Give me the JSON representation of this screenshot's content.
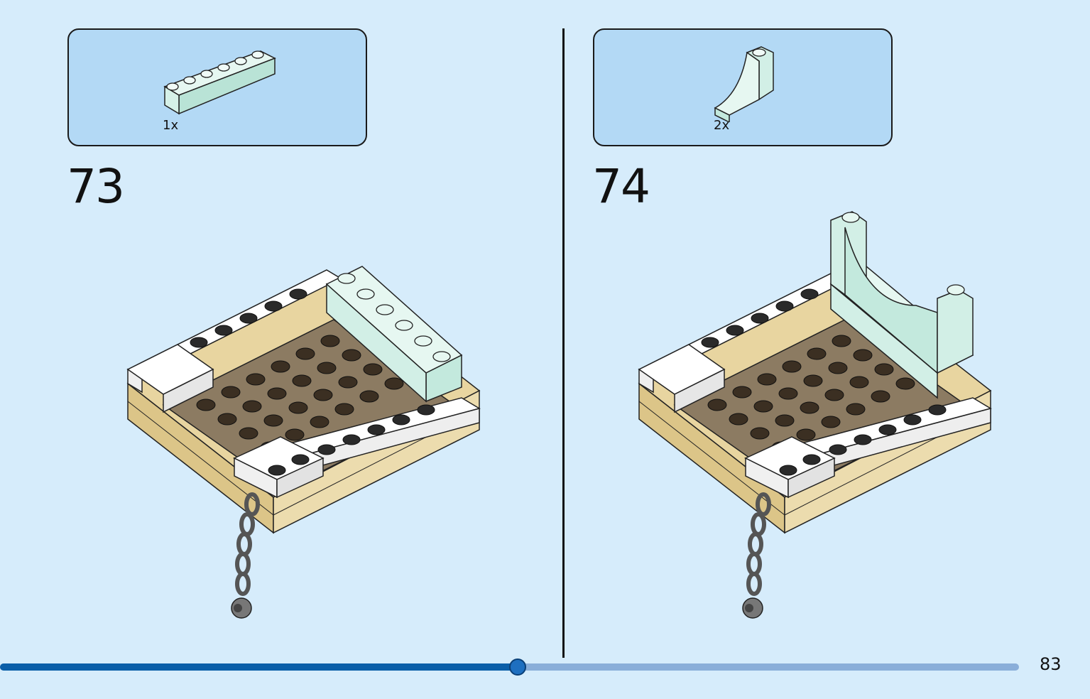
{
  "colors": {
    "background": "#d6ecfb",
    "callout": "#b3d9f5",
    "progress_fill": "#0a5ea8",
    "progress_track": "#8aaed9",
    "brick_mint": "#cdeee4",
    "brick_white": "#ffffff",
    "brick_tan": "#e8d5a0",
    "plate_brown": "#8c7b62",
    "chain_gray": "#6b6b6b"
  },
  "steps": [
    {
      "number": "73",
      "parts": [
        {
          "icon": "mint-1x6-brick-icon",
          "quantity": "1x"
        }
      ]
    },
    {
      "number": "74",
      "parts": [
        {
          "icon": "mint-arch-quarter-icon",
          "quantity": "2x"
        }
      ]
    }
  ],
  "footer": {
    "page_number": "83",
    "progress": 0.508
  }
}
